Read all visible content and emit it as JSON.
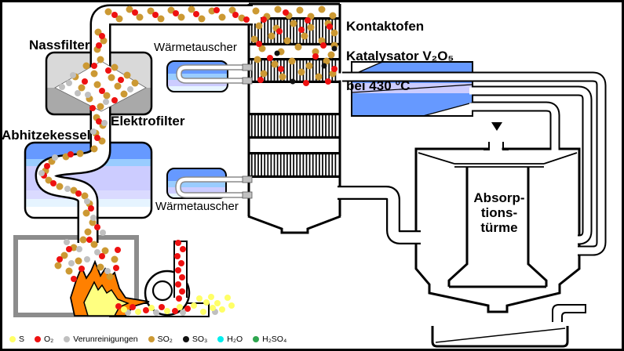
{
  "figure": {
    "title_semantic": "Schwefelsäure-Kontaktverfahren Prozessdiagramm",
    "labels": {
      "nassfilter": "Nassfilter",
      "elektrofilter": "Elektrofilter",
      "abhitzekessel": "Abhitzekessel",
      "waermetauscher_top": "Wärmetauscher",
      "waermetauscher_bottom": "Wärmetauscher",
      "kontaktofen_line1": "Kontaktofen",
      "kontaktofen_line2": "Katalysator V₂O₅",
      "kontaktofen_line3": "bei 430 °C",
      "absorptionstuerme": "Absorp-\ntions-\ntürme"
    },
    "legend": {
      "items": [
        {
          "label": "S",
          "color": "#ffff66"
        },
        {
          "label": "O₂",
          "color": "#ee1111"
        },
        {
          "label": "Verunreinigungen",
          "color": "#c0c0c0"
        },
        {
          "label": "SO₂",
          "color": "#cc9933"
        },
        {
          "label": "SO₃",
          "color": "#111111"
        },
        {
          "label": "H₂O",
          "color": "#00eeee"
        },
        {
          "label": "H₂SO₄",
          "color": "#2fa64f"
        }
      ]
    },
    "colors": {
      "vessel_blue": "#6699ff",
      "band_lightblue": "#99ccff",
      "band_lavender": "#ccccff",
      "band_pale": "#e6f4ff",
      "filter_gray_light": "#d9d9d9",
      "filter_gray_dark": "#a9a9a9",
      "chamber_border": "#8c8c8c",
      "flame_orange": "#ff8000",
      "flame_yellow": "#ffff80",
      "tube_gray": "#8a8a8a"
    },
    "particles": {
      "colors": {
        "s": "#ffff66",
        "o2": "#ee1111",
        "dirt": "#c0c0c0",
        "so2": "#cc9933",
        "so3": "#111111"
      },
      "groups": [
        {
          "color": "so2",
          "r": 4.5,
          "points": [
            [
              138,
              15
            ],
            [
              152,
              24
            ],
            [
              165,
              12
            ],
            [
              178,
              22
            ],
            [
              192,
              14
            ],
            [
              205,
              24
            ],
            [
              218,
              13
            ],
            [
              231,
              22
            ],
            [
              244,
              12
            ],
            [
              257,
              24
            ],
            [
              270,
              14
            ],
            [
              283,
              22
            ],
            [
              296,
              13
            ],
            [
              308,
              23
            ],
            [
              326,
              14
            ],
            [
              340,
              21
            ],
            [
              354,
              12
            ],
            [
              368,
              20
            ],
            [
              382,
              13
            ],
            [
              396,
              21
            ],
            [
              410,
              12
            ],
            [
              424,
              20
            ],
            [
              330,
              33
            ],
            [
              352,
              36
            ],
            [
              374,
              30
            ],
            [
              396,
              35
            ],
            [
              418,
              30
            ],
            [
              426,
              42
            ],
            [
              324,
              50
            ],
            [
              346,
              46
            ],
            [
              366,
              52
            ],
            [
              388,
              46
            ],
            [
              410,
              52
            ],
            [
              426,
              58
            ],
            [
              334,
              62
            ],
            [
              358,
              66
            ],
            [
              380,
              60
            ],
            [
              402,
              66
            ],
            [
              422,
              70
            ],
            [
              328,
              76
            ],
            [
              350,
              82
            ],
            [
              372,
              78
            ],
            [
              394,
              84
            ],
            [
              416,
              78
            ],
            [
              336,
              94
            ],
            [
              360,
              98
            ],
            [
              384,
              92
            ],
            [
              406,
              98
            ],
            [
              424,
              94
            ],
            [
              125,
              41
            ],
            [
              132,
              52
            ],
            [
              124,
              63
            ],
            [
              110,
              84
            ],
            [
              128,
              76
            ],
            [
              146,
              86
            ],
            [
              96,
              98
            ],
            [
              120,
              94
            ],
            [
              142,
              99
            ],
            [
              162,
              96
            ],
            [
              104,
              112
            ],
            [
              124,
              108
            ],
            [
              150,
              110
            ],
            [
              172,
              106
            ],
            [
              114,
              126
            ],
            [
              136,
              122
            ],
            [
              158,
              120
            ],
            [
              128,
              136
            ],
            [
              123,
              150
            ],
            [
              131,
              160
            ],
            [
              122,
              170
            ],
            [
              130,
              180
            ],
            [
              120,
              190
            ],
            [
              102,
              196
            ],
            [
              84,
              200
            ],
            [
              66,
              206
            ],
            [
              58,
              218
            ],
            [
              62,
              230
            ],
            [
              76,
              238
            ],
            [
              94,
              243
            ],
            [
              108,
              250
            ],
            [
              114,
              260
            ],
            [
              110,
              272
            ],
            [
              118,
              284
            ],
            [
              112,
              296
            ],
            [
              106,
              306
            ],
            [
              94,
              316
            ],
            [
              120,
              312
            ],
            [
              82,
              326
            ],
            [
              134,
              320
            ],
            [
              100,
              333
            ],
            [
              146,
              331
            ],
            [
              88,
              346
            ],
            [
              128,
              341
            ],
            [
              74,
              339
            ],
            [
              140,
              353
            ]
          ]
        },
        {
          "color": "o2",
          "r": 4,
          "points": [
            [
              146,
              19
            ],
            [
              172,
              16
            ],
            [
              198,
              19
            ],
            [
              224,
              17
            ],
            [
              250,
              18
            ],
            [
              276,
              13
            ],
            [
              300,
              19
            ],
            [
              314,
              25
            ],
            [
              336,
              25
            ],
            [
              364,
              16
            ],
            [
              392,
              26
            ],
            [
              420,
              34
            ],
            [
              330,
              56
            ],
            [
              356,
              40
            ],
            [
              384,
              38
            ],
            [
              412,
              58
            ],
            [
              344,
              74
            ],
            [
              402,
              72
            ],
            [
              426,
              88
            ],
            [
              358,
              88
            ],
            [
              332,
              102
            ],
            [
              418,
              104
            ],
            [
              390,
              106
            ],
            [
              130,
              46
            ],
            [
              126,
              58
            ],
            [
              120,
              84
            ],
            [
              138,
              90
            ],
            [
              108,
              104
            ],
            [
              154,
              102
            ],
            [
              130,
              116
            ],
            [
              146,
              128
            ],
            [
              118,
              138
            ],
            [
              126,
              155
            ],
            [
              124,
              176
            ],
            [
              90,
              197
            ],
            [
              60,
              212
            ],
            [
              68,
              234
            ],
            [
              100,
              247
            ],
            [
              116,
              266
            ],
            [
              124,
              290
            ],
            [
              56,
              224
            ],
            [
              114,
              306
            ],
            [
              88,
              318
            ],
            [
              130,
              327
            ],
            [
              76,
              331
            ],
            [
              104,
              343
            ],
            [
              148,
              342
            ],
            [
              94,
              356
            ],
            [
              150,
              319
            ],
            [
              227,
              310
            ],
            [
              233,
              318
            ],
            [
              226,
              327
            ],
            [
              231,
              336
            ],
            [
              227,
              345
            ],
            [
              232,
              354
            ],
            [
              227,
              363
            ],
            [
              232,
              372
            ],
            [
              228,
              381
            ],
            [
              151,
              391
            ],
            [
              169,
              392
            ],
            [
              186,
              396
            ],
            [
              206,
              392
            ],
            [
              223,
              397
            ],
            [
              239,
              394
            ]
          ]
        },
        {
          "color": "dirt",
          "r": 4,
          "points": [
            [
              88,
              106
            ],
            [
              99,
              119
            ],
            [
              79,
              111
            ],
            [
              166,
              114
            ],
            [
              93,
              96
            ],
            [
              112,
              121
            ],
            [
              135,
              130
            ],
            [
              133,
              157
            ],
            [
              119,
              168
            ],
            [
              70,
              201
            ],
            [
              53,
              221
            ],
            [
              86,
              241
            ],
            [
              111,
              257
            ],
            [
              119,
              278
            ],
            [
              131,
              297
            ],
            [
              101,
              318
            ],
            [
              124,
              322
            ],
            [
              91,
              336
            ],
            [
              137,
              346
            ],
            [
              111,
              331
            ],
            [
              85,
              309
            ],
            [
              163,
              399
            ],
            [
              199,
              399
            ],
            [
              233,
              399
            ],
            [
              274,
              398
            ]
          ]
        },
        {
          "color": "s",
          "r": 4,
          "points": [
            [
              158,
              395
            ],
            [
              176,
              398
            ],
            [
              193,
              393
            ],
            [
              213,
              397
            ],
            [
              229,
              392
            ],
            [
              247,
              390
            ],
            [
              254,
              381
            ],
            [
              263,
              386
            ],
            [
              271,
              393
            ],
            [
              259,
              398
            ],
            [
              269,
              379
            ],
            [
              277,
              387
            ],
            [
              283,
              395
            ],
            [
              290,
              380
            ],
            [
              295,
              390
            ]
          ]
        },
        {
          "color": "so3",
          "r": 3.5,
          "points": [
            [
              353,
              68
            ],
            [
              413,
              84
            ],
            [
              373,
              104
            ],
            [
              426,
              62
            ]
          ]
        }
      ]
    }
  }
}
